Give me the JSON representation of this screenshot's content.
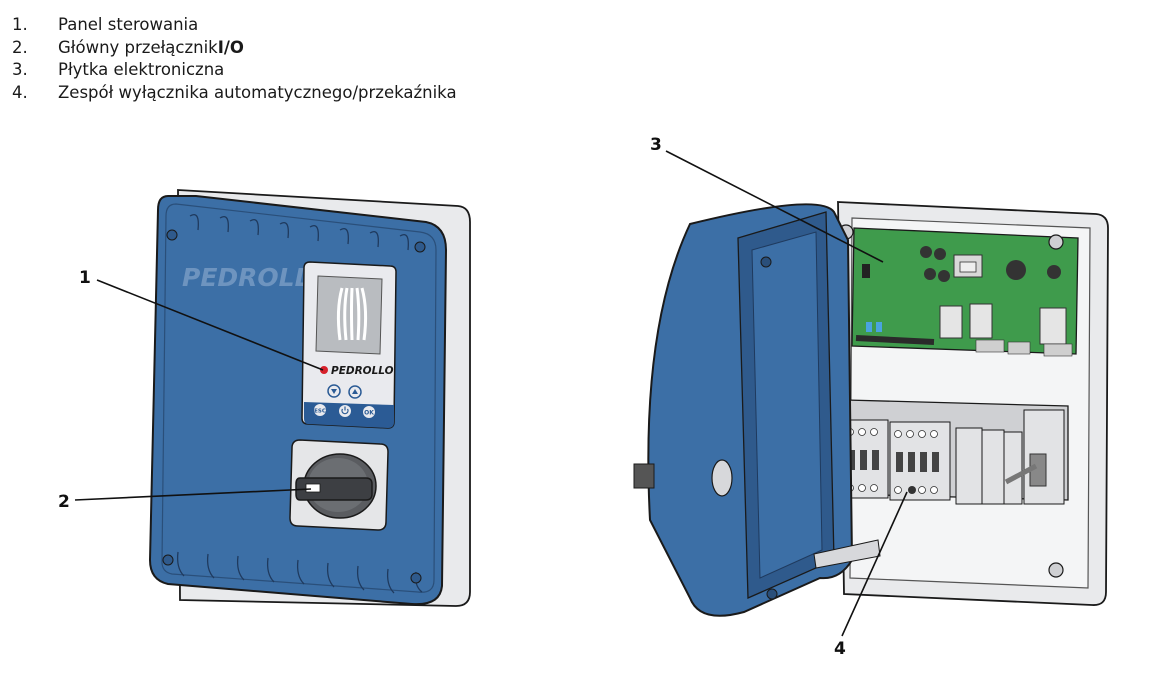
{
  "legend": [
    {
      "num": "1.",
      "text": "Panel sterowania",
      "bold": ""
    },
    {
      "num": "2.",
      "text": "Główny przełącznik ",
      "bold": "I/O"
    },
    {
      "num": "3.",
      "text": "Płytka elektroniczna",
      "bold": ""
    },
    {
      "num": "4.",
      "text": "Zespół wyłącznika automatycznego/przekaźnika",
      "bold": ""
    }
  ],
  "callouts": {
    "c1": "1",
    "c2": "2",
    "c3": "3",
    "c4": "4"
  },
  "device": {
    "brand_large": "PEDROLLO",
    "brand_small": "PEDROLLO",
    "buttons": {
      "esc": "ESC",
      "ok": "OK"
    }
  },
  "colors": {
    "enclosure_blue": "#3c6fa6",
    "pcb_green": "#3f9b4c",
    "base_grey": "#e9eaec"
  }
}
